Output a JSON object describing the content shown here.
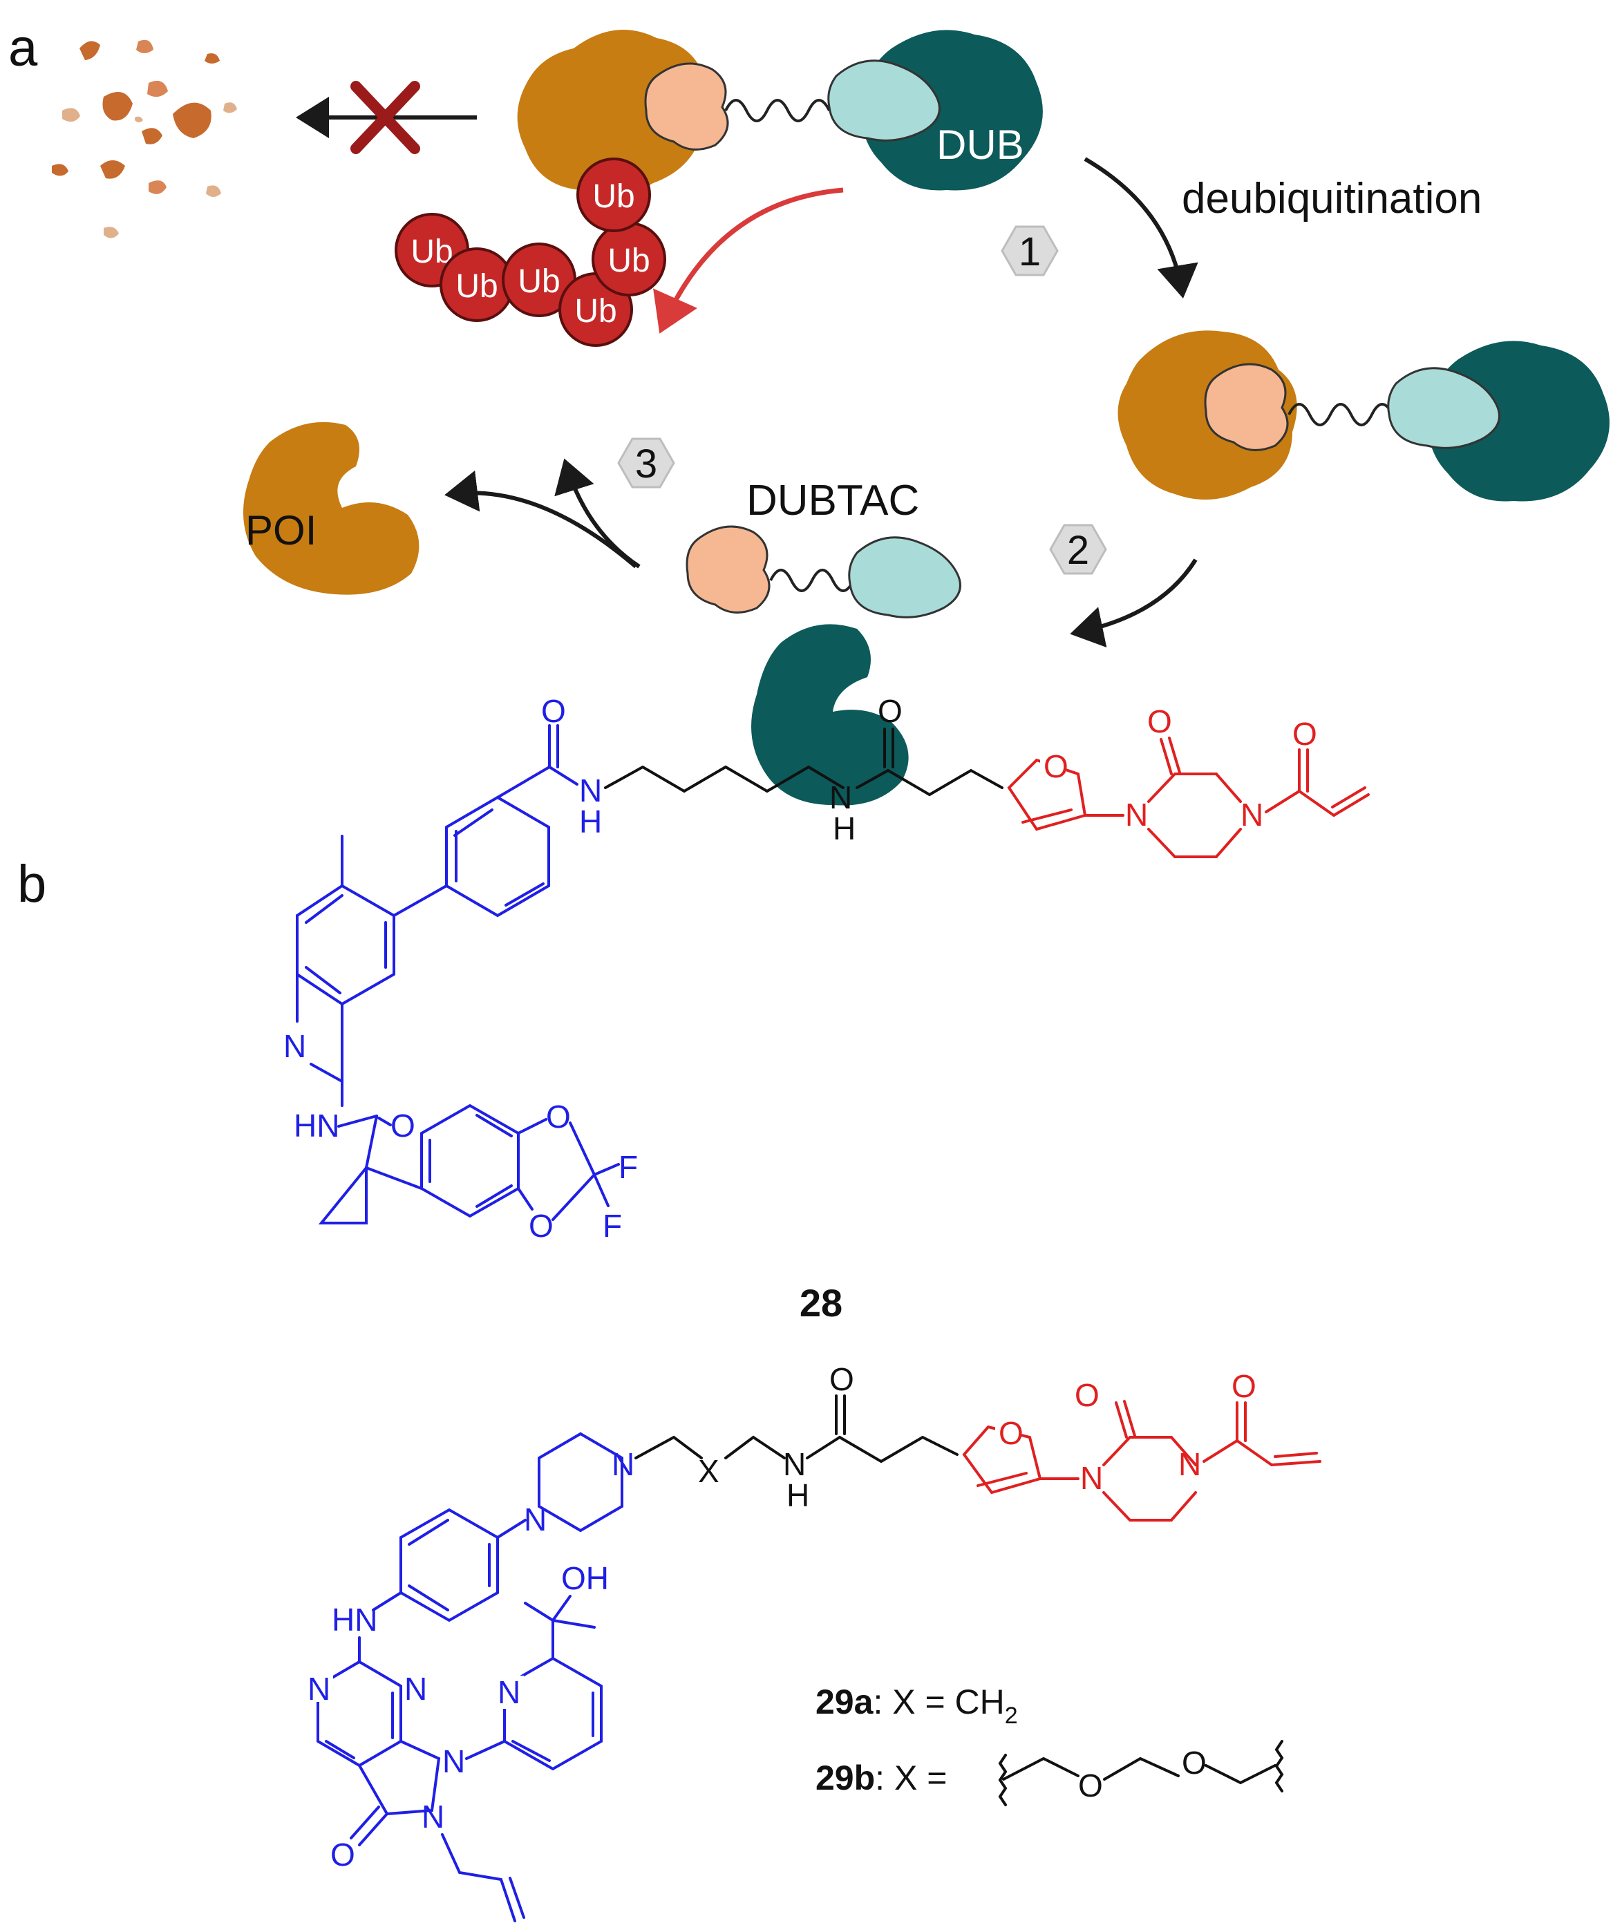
{
  "panel_a": {
    "panel_label": "a",
    "dub_label": "DUB",
    "deubiquitination_label": "deubiquitination",
    "ub_label": "Ub",
    "ub_count": 6,
    "step_1": "1",
    "step_2": "2",
    "step_3": "3",
    "dubtac_label": "DUBTAC",
    "poi_label": "POI",
    "colors": {
      "poi": "#c77d12",
      "dub": "#0d5a5a",
      "poi_ligand": "#f5b893",
      "dub_ligand": "#a9dcd8",
      "ubiquitin": "#c62828",
      "block_cross": "#9b1b1b",
      "red_arrow": "#d93a3a"
    }
  },
  "panel_b": {
    "panel_label": "b",
    "compound_28": "28",
    "compound_29a": "29a",
    "compound_29a_def": ": X = CH",
    "compound_29a_sub": "2",
    "compound_29b": "29b",
    "compound_29b_def": ": X =",
    "atoms": {
      "O": "O",
      "N": "N",
      "H": "H",
      "HN": "HN",
      "F": "F",
      "OH": "OH",
      "X": "X"
    },
    "colors": {
      "poi_ligand": "#1f1fe6",
      "dub_recruiter": "#e02020",
      "linker": "#111111"
    }
  }
}
